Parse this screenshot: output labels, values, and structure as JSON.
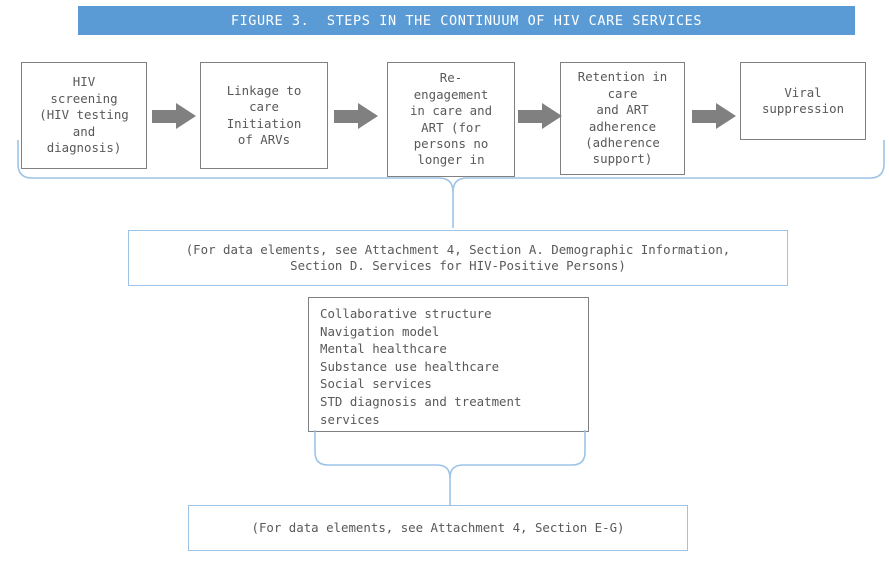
{
  "figure": {
    "banner_title": "FIGURE 3.  STEPS IN THE CONTINUUM OF HIV CARE SERVICES",
    "colors": {
      "banner_background": "#5B9BD5",
      "banner_text": "#FFFFFF",
      "box_border": "#808080",
      "note_border": "#9DC3E6",
      "brace_line": "#9DC3E6",
      "arrow_fill": "#808080",
      "text": "#595959",
      "page_background": "#FFFFFF"
    }
  },
  "steps": [
    {
      "id": "step-1",
      "label": "HIV\nscreening\n(HIV testing\nand\ndiagnosis)"
    },
    {
      "id": "step-2",
      "label": "Linkage to\ncare\nInitiation\nof ARVs"
    },
    {
      "id": "step-3",
      "label": "Re-\nengagement\nin care and\nART (for\npersons no\nlonger in"
    },
    {
      "id": "step-4",
      "label": "Retention in\ncare\nand ART\nadherence\n(adherence\nsupport)"
    },
    {
      "id": "step-5",
      "label": "Viral\nsuppression"
    }
  ],
  "arrows": [
    {
      "id": "arrow-1",
      "name": "arrow-step1-to-step2"
    },
    {
      "id": "arrow-2",
      "name": "arrow-step2-to-step3"
    },
    {
      "id": "arrow-3",
      "name": "arrow-step3-to-step4"
    },
    {
      "id": "arrow-4",
      "name": "arrow-step4-to-step5"
    }
  ],
  "notes": {
    "demographics": "(For data elements, see Attachment 4, Section A. Demographic Information,\nSection D. Services for HIV-Positive Persons)",
    "sections_eg": "(For data elements, see Attachment 4, Section E-G)"
  },
  "services_list": {
    "items": [
      "Collaborative structure",
      "Navigation model",
      "Mental healthcare",
      "Substance use healthcare",
      "Social services",
      "STD diagnosis and treatment",
      "services"
    ]
  }
}
